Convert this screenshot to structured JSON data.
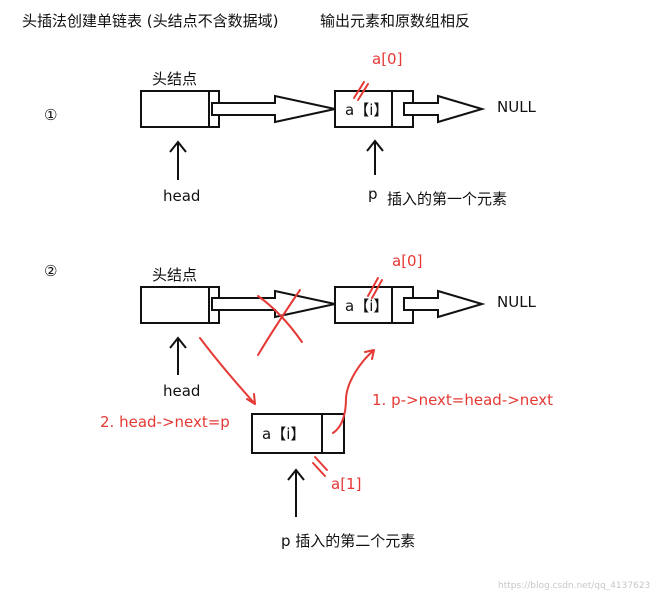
{
  "title": "头插法创建单链表 (头结点不含数据域)",
  "subtitle": "输出元素和原数组相反",
  "step1": {
    "marker": "①",
    "head_node_label": "头结点",
    "node_text": "a【i】",
    "null_label": "NULL",
    "head_label": "head",
    "p_label": "p",
    "p_desc": "插入的第一个元素",
    "index_label": "a[0]"
  },
  "step2": {
    "marker": "②",
    "head_node_label": "头结点",
    "old_node_text": "a【i】",
    "new_node_text": "a【i】",
    "null_label": "NULL",
    "head_label": "head",
    "old_index_label": "a[0]",
    "new_index_label": "a[1]",
    "op1": "1. p->next=head->next",
    "op2": "2. head->next=p",
    "p_desc": "p 插入的第二个元素"
  },
  "watermark": "https://blog.csdn.net/qq_41376237",
  "colors": {
    "ink": "#111111",
    "annotation": "#e53935"
  }
}
